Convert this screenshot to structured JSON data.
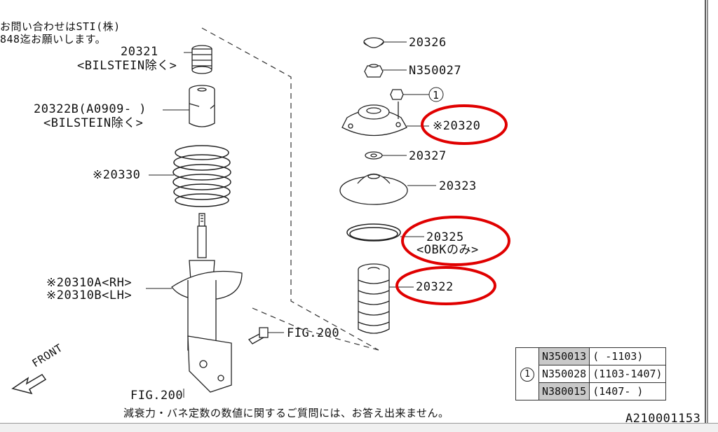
{
  "header": {
    "line1": "お問い合わせはSTI(株)",
    "line2": "848迄お願いします。"
  },
  "left_parts": {
    "p20321": "20321",
    "p20321_note": "<BILSTEIN除く>",
    "p20322b": "20322B(A0909- )",
    "p20322b_note": "<BILSTEIN除く>",
    "p20330": "※20330",
    "p20310a": "※20310A<RH>",
    "p20310b": "※20310B<LH>",
    "fig200_right": "FIG.200",
    "fig200_bottom": "FIG.200",
    "front": "FRONT"
  },
  "right_parts": {
    "p20326": "20326",
    "pn350027": "N350027",
    "circle1": "1",
    "p20320": "※20320",
    "p20327": "20327",
    "p20323": "20323",
    "p20325": "20325",
    "p20325_note": "<OBKのみ>",
    "p20322": "20322"
  },
  "legend": {
    "marker": "1",
    "rows": [
      {
        "part": "N350013",
        "range": "( -1103)"
      },
      {
        "part": "N350028",
        "range": "(1103-1407)"
      },
      {
        "part": "N380015",
        "range": "(1407- )"
      }
    ]
  },
  "footer_note": "減衰力・バネ定数の数値に関するご質問には、お答え出来ません。",
  "diagram_id": "A210001153",
  "colors": {
    "highlight_circle": "#e00000",
    "line": "#222222",
    "table_highlight": "#c9c9c9"
  }
}
